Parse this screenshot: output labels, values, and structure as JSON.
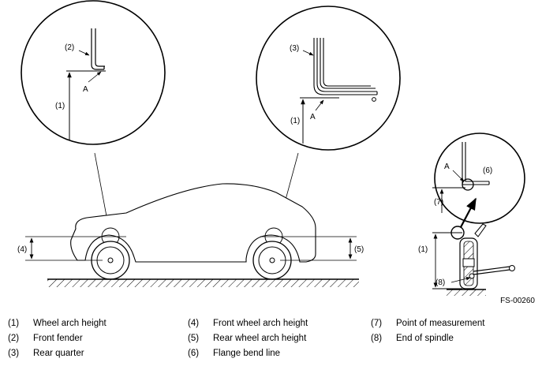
{
  "figure_id": "FS-00260",
  "labels": {
    "n1": "(1)",
    "n2": "(2)",
    "n3": "(3)",
    "n4": "(4)",
    "n5": "(5)",
    "n6": "(6)",
    "n7": "(7)",
    "n8": "(8)",
    "a": "A"
  },
  "legend": [
    {
      "num": "(1)",
      "text": "Wheel arch height"
    },
    {
      "num": "(2)",
      "text": "Front fender"
    },
    {
      "num": "(3)",
      "text": "Rear quarter"
    },
    {
      "num": "(4)",
      "text": "Front wheel arch height"
    },
    {
      "num": "(5)",
      "text": "Rear wheel arch height"
    },
    {
      "num": "(6)",
      "text": "Flange bend line"
    },
    {
      "num": "(7)",
      "text": "Point of measurement"
    },
    {
      "num": "(8)",
      "text": "End of spindle"
    }
  ]
}
